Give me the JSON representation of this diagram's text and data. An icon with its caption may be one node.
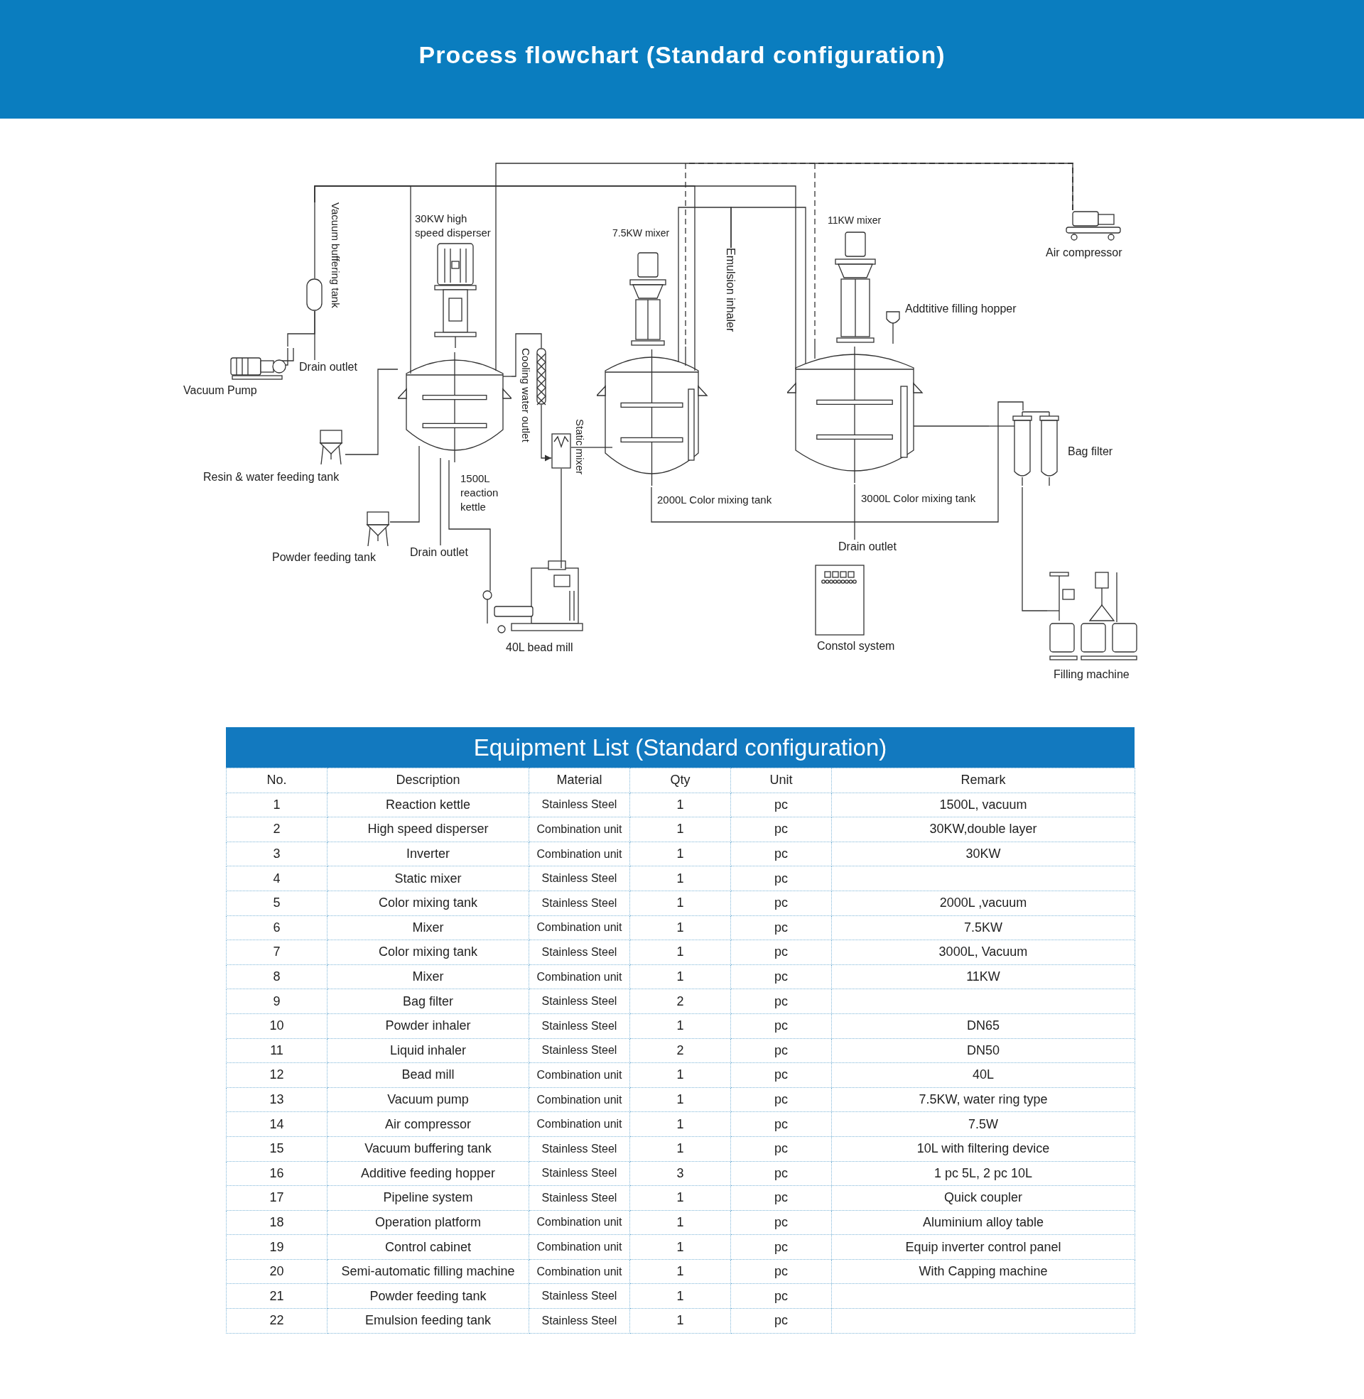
{
  "diagram": {
    "title": "Process flowchart (Standard configuration)",
    "nodes": [
      {
        "text": [
          "Vacuum Pump"
        ]
      },
      {
        "text": [
          "Vacuum buffering tank"
        ]
      },
      {
        "text": [
          "30KW high speed disperser"
        ]
      },
      {
        "text": [
          "1500L reaction kettle"
        ]
      },
      {
        "text": [
          "Resin & water feeding tank"
        ]
      },
      {
        "text": [
          "Powder feeding tank"
        ]
      },
      {
        "text": [
          "Cooling water outlet"
        ]
      },
      {
        "text": [
          "Static mixer"
        ]
      },
      {
        "text": [
          "7.5KW mixer"
        ]
      },
      {
        "text": [
          "2000L Color mixing tank"
        ]
      },
      {
        "text": [
          "Emulsion inhaler"
        ]
      },
      {
        "text": [
          "11KW mixer"
        ]
      },
      {
        "text": [
          "Addtitive filling hopper"
        ]
      },
      {
        "text": [
          "3000L Color mixing tank"
        ]
      },
      {
        "text": [
          "Air compressor"
        ]
      },
      {
        "text": [
          "Bag filter"
        ]
      },
      {
        "text": [
          "Filling machine"
        ]
      },
      {
        "text": [
          "40L bead mill"
        ]
      },
      {
        "text": [
          "Constol system"
        ]
      },
      {
        "text": [
          "Drain outlet"
        ]
      },
      {
        "text": [
          "Drain outlet"
        ]
      },
      {
        "text": [
          "Drain outlet"
        ]
      }
    ],
    "edges": [
      {
        "from": 0,
        "to": 1,
        "arrow": "none"
      },
      {
        "from": 1,
        "to": 19,
        "arrow": "none"
      },
      {
        "from": 1,
        "to": 3,
        "arrow": "none"
      },
      {
        "from": 14,
        "to": 3,
        "arrow": "none"
      },
      {
        "from": 14,
        "to": 9,
        "arrow": "none",
        "style": "dashed"
      },
      {
        "from": 14,
        "to": 13,
        "arrow": "none",
        "style": "dashed"
      },
      {
        "from": 1,
        "to": 9,
        "arrow": "none"
      },
      {
        "from": 1,
        "to": 13,
        "arrow": "none"
      },
      {
        "from": 10,
        "to": 9,
        "arrow": "none"
      },
      {
        "from": 10,
        "to": 13,
        "arrow": "none"
      },
      {
        "from": 4,
        "to": 3,
        "arrow": "none"
      },
      {
        "from": 5,
        "to": 3,
        "arrow": "none"
      },
      {
        "from": 3,
        "to": 20,
        "arrow": "none"
      },
      {
        "from": 3,
        "to": 17,
        "arrow": "none"
      },
      {
        "from": 17,
        "to": 7,
        "arrow": "none"
      },
      {
        "from": 3,
        "to": 6,
        "arrow": "none"
      },
      {
        "from": 6,
        "to": 7,
        "arrow": "to"
      },
      {
        "from": 7,
        "to": 9,
        "arrow": "none"
      },
      {
        "from": 9,
        "to": 15,
        "arrow": "none"
      },
      {
        "from": 13,
        "to": 15,
        "arrow": "none"
      },
      {
        "from": 13,
        "to": 21,
        "arrow": "none"
      },
      {
        "from": 15,
        "to": 16,
        "arrow": "none"
      },
      {
        "from": 12,
        "to": 13,
        "arrow": "none"
      }
    ],
    "labels": [
      "Equipment List (Standard configuration)",
      "No.",
      "Description",
      "Material",
      "Qty",
      "Unit",
      "Remark",
      "1",
      "Reaction kettle",
      "Stainless Steel",
      "1",
      "pc",
      "1500L, vacuum",
      "2",
      "High speed disperser",
      "Combination unit",
      "1",
      "pc",
      "30KW,double layer",
      "3",
      "Inverter",
      "Combination unit",
      "1",
      "pc",
      "30KW",
      "4",
      "Static mixer",
      "Stainless Steel",
      "1",
      "pc",
      "5",
      "Color mixing tank",
      "Stainless Steel",
      "1",
      "pc",
      "2000L ,vacuum",
      "6",
      "Mixer",
      "Combination unit",
      "1",
      "pc",
      "7.5KW",
      "7",
      "Color mixing tank",
      "Stainless Steel",
      "1",
      "pc",
      "3000L, Vacuum",
      "8",
      "Mixer",
      "Combination unit",
      "1",
      "pc",
      "11KW",
      "9",
      "Bag filter",
      "Stainless Steel",
      "2",
      "pc",
      "10",
      "Powder inhaler",
      "Stainless Steel",
      "1",
      "pc",
      "DN65",
      "11",
      "Liquid inhaler",
      "Stainless Steel",
      "2",
      "pc",
      "DN50",
      "12",
      "Bead mill",
      "Combination unit",
      "1",
      "pc",
      "40L",
      "13",
      "Vacuum pump",
      "Combination unit",
      "1",
      "pc",
      "7.5KW, water ring type",
      "14",
      "Air compressor",
      "Combination unit",
      "1",
      "pc",
      "7.5W",
      "15",
      "Vacuum buffering tank",
      "Stainless Steel",
      "1",
      "pc",
      "10L with filtering device",
      "16",
      "Additive feeding hopper",
      "Stainless Steel",
      "3",
      "pc",
      "1 pc 5L, 2 pc 10L",
      "17",
      "Pipeline system",
      "Stainless Steel",
      "1",
      "pc",
      "Quick coupler",
      "18",
      "Operation platform",
      "Combination unit",
      "1",
      "pc",
      "Aluminium alloy table",
      "19",
      "Control cabinet",
      "Combination unit",
      "1",
      "pc",
      "Equip inverter control panel",
      "20",
      "Semi-automatic filling machine",
      "Combination unit",
      "1",
      "pc",
      "With Capping machine",
      "21",
      "Powder feeding tank",
      "Stainless Steel",
      "1",
      "pc",
      "22",
      "Emulsion feeding tank",
      "Stainless Steel",
      "1",
      "pc"
    ]
  }
}
